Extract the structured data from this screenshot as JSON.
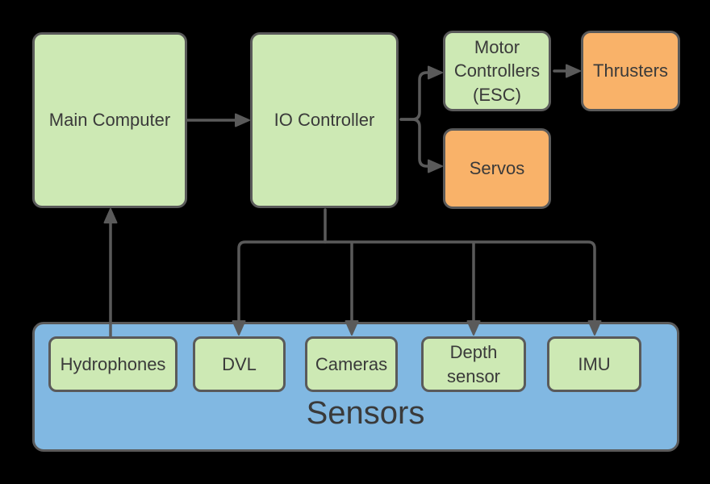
{
  "diagram": {
    "background_color": "#000000",
    "palette": {
      "node_green": "#cde9b4",
      "node_orange": "#f9b269",
      "group_blue": "#81b8e2",
      "stroke_gray": "#5a5a5a",
      "label_dark": "#3a3a3a"
    },
    "nodes": {
      "main_computer": {
        "label": "Main Computer",
        "fill": "green"
      },
      "io_controller": {
        "label": "IO Controller",
        "fill": "green"
      },
      "motor_controllers": {
        "label": "Motor Controllers (ESC)",
        "fill": "green"
      },
      "thrusters": {
        "label": "Thrusters",
        "fill": "orange"
      },
      "servos": {
        "label": "Servos",
        "fill": "orange"
      },
      "hydrophones": {
        "label": "Hydrophones",
        "fill": "green"
      },
      "dvl": {
        "label": "DVL",
        "fill": "green"
      },
      "cameras": {
        "label": "Cameras",
        "fill": "green"
      },
      "depth_sensor": {
        "label": "Depth sensor",
        "fill": "green"
      },
      "imu": {
        "label": "IMU",
        "fill": "green"
      }
    },
    "groups": {
      "sensors": {
        "label": "Sensors",
        "fill": "blue",
        "children": [
          "hydrophones",
          "dvl",
          "cameras",
          "depth_sensor",
          "imu"
        ]
      }
    },
    "edges": [
      {
        "from": "main_computer",
        "to": "io_controller"
      },
      {
        "from": "io_controller",
        "to": "motor_controllers"
      },
      {
        "from": "io_controller",
        "to": "servos"
      },
      {
        "from": "motor_controllers",
        "to": "thrusters"
      },
      {
        "from": "io_controller",
        "to": "dvl"
      },
      {
        "from": "io_controller",
        "to": "cameras"
      },
      {
        "from": "io_controller",
        "to": "depth_sensor"
      },
      {
        "from": "io_controller",
        "to": "imu"
      },
      {
        "from": "hydrophones",
        "to": "main_computer"
      }
    ]
  }
}
